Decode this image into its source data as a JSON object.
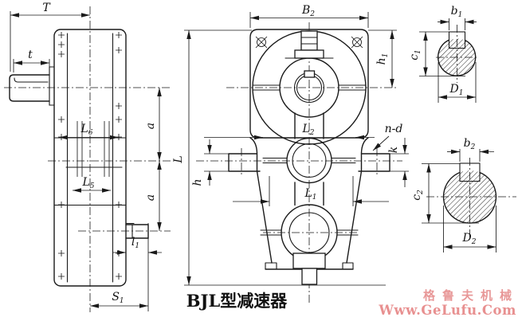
{
  "caption": {
    "text": "BJL型减速器"
  },
  "watermark": {
    "line1": "格鲁夫机械",
    "line2": "Www.GeLufu.Com",
    "color": "#e89898"
  },
  "colors": {
    "line": "#1a1a1a",
    "background": "#ffffff"
  },
  "labels": {
    "T": {
      "base": "T"
    },
    "t": {
      "base": "t"
    },
    "L6": {
      "base": "L",
      "sub": "6"
    },
    "L5": {
      "base": "L",
      "sub": "5"
    },
    "a_upper": {
      "base": "a"
    },
    "a_lower": {
      "base": "a"
    },
    "l1": {
      "base": "l",
      "sub": "1"
    },
    "S1": {
      "base": "S",
      "sub": "1"
    },
    "L": {
      "base": "L"
    },
    "B2": {
      "base": "B",
      "sub": "2"
    },
    "h1": {
      "base": "h",
      "sub": "1"
    },
    "L2": {
      "base": "L",
      "sub": "2"
    },
    "L1": {
      "base": "L",
      "sub": "1"
    },
    "nd": {
      "base": "n-d"
    },
    "k": {
      "base": "k"
    },
    "h": {
      "base": "h"
    },
    "b1": {
      "base": "b",
      "sub": "1"
    },
    "c1": {
      "base": "c",
      "sub": "1"
    },
    "D1": {
      "base": "D",
      "sub": "1"
    },
    "b2": {
      "base": "b",
      "sub": "2"
    },
    "c2": {
      "base": "c",
      "sub": "2"
    },
    "D2": {
      "base": "D",
      "sub": "2"
    }
  }
}
